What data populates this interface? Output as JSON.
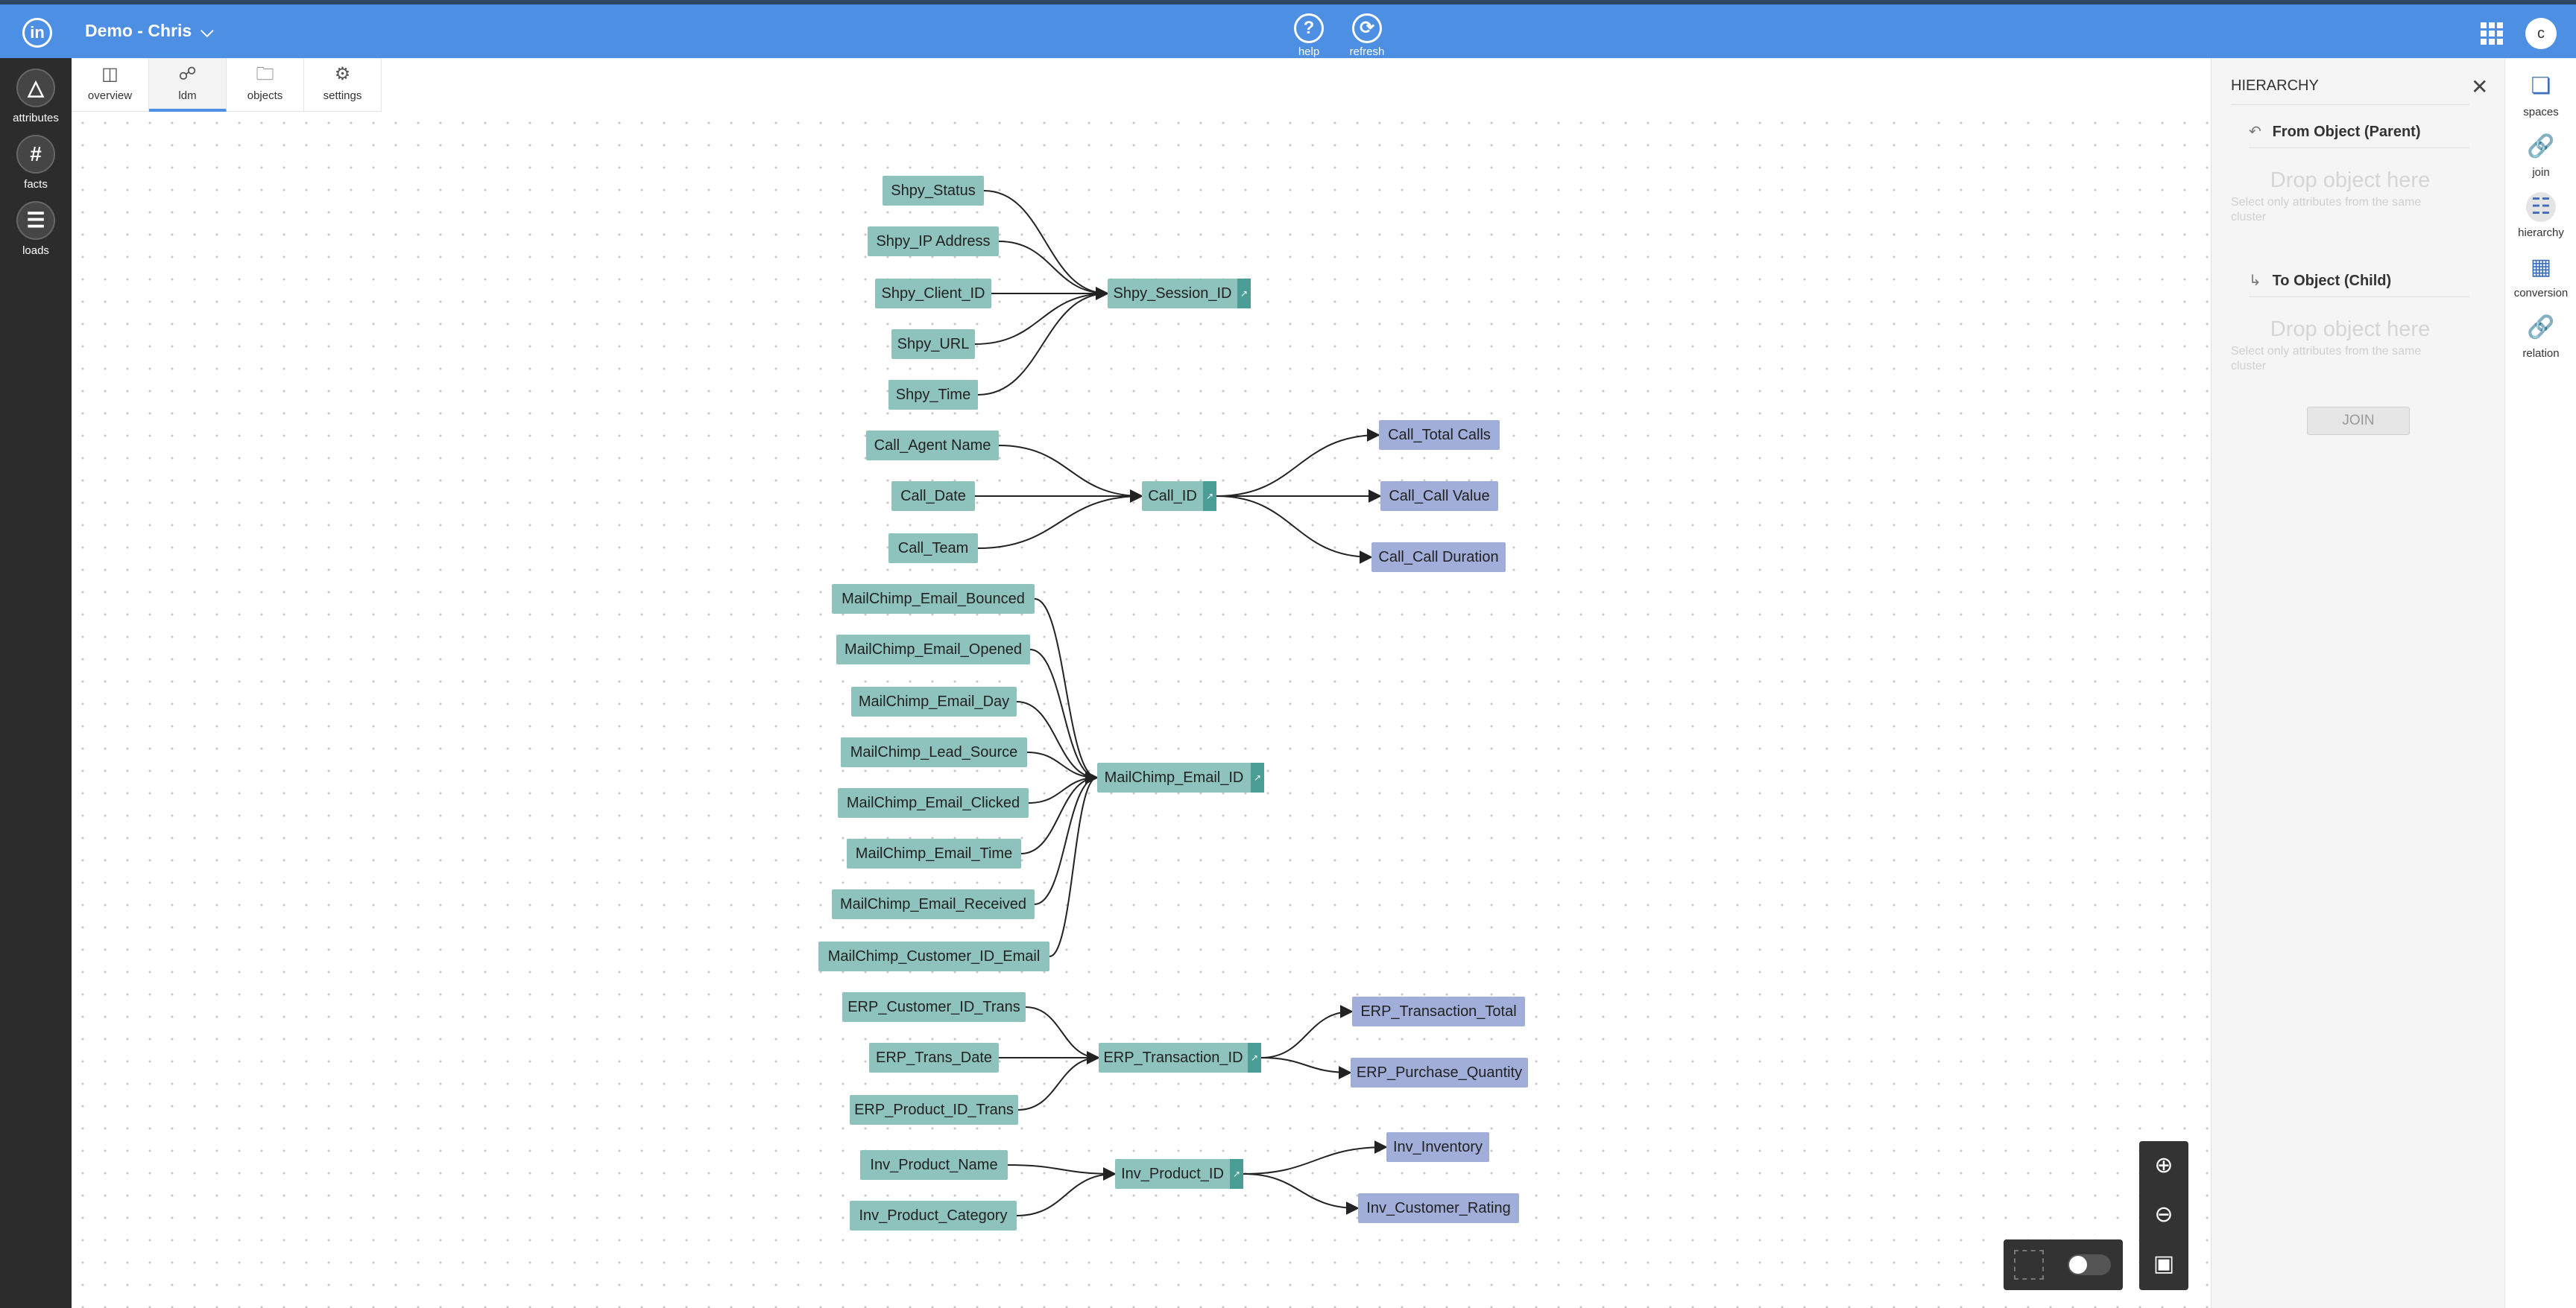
{
  "topbar": {
    "logo": "in",
    "workspace": "Demo - Chris",
    "help_label": "help",
    "refresh_label": "refresh",
    "user_initial": "c"
  },
  "leftbar": {
    "items": [
      {
        "label": "attributes",
        "icon": "attributes-icon"
      },
      {
        "label": "facts",
        "icon": "hash-icon",
        "glyph": "#"
      },
      {
        "label": "loads",
        "icon": "loads-icon"
      }
    ]
  },
  "tabs": [
    {
      "label": "overview",
      "icon": "overview-icon"
    },
    {
      "label": "ldm",
      "icon": "ldm-icon",
      "active": true
    },
    {
      "label": "objects",
      "icon": "folder-icon"
    },
    {
      "label": "settings",
      "icon": "gear-icon"
    }
  ],
  "graph": {
    "colors": {
      "attribute": "#8ec3bd",
      "fact": "#a0aed9",
      "primary_handle": "#4a9e95",
      "edge": "#222222"
    },
    "nodes": [
      {
        "id": "n1",
        "label": "Shpy_Status",
        "kind": "attr"
      },
      {
        "id": "n2",
        "label": "Shpy_IP Address",
        "kind": "attr"
      },
      {
        "id": "n3",
        "label": "Shpy_Client_ID",
        "kind": "attr"
      },
      {
        "id": "n4",
        "label": "Shpy_URL",
        "kind": "attr"
      },
      {
        "id": "n5",
        "label": "Shpy_Time",
        "kind": "attr"
      },
      {
        "id": "p1",
        "label": "Shpy_Session_ID",
        "kind": "primary"
      },
      {
        "id": "n6",
        "label": "Call_Agent Name",
        "kind": "attr"
      },
      {
        "id": "n7",
        "label": "Call_Date",
        "kind": "attr"
      },
      {
        "id": "n8",
        "label": "Call_Team",
        "kind": "attr"
      },
      {
        "id": "p2",
        "label": "Call_ID",
        "kind": "primary"
      },
      {
        "id": "f1",
        "label": "Call_Total Calls",
        "kind": "fact"
      },
      {
        "id": "f2",
        "label": "Call_Call Value",
        "kind": "fact"
      },
      {
        "id": "f3",
        "label": "Call_Call Duration",
        "kind": "fact"
      },
      {
        "id": "n9",
        "label": "MailChimp_Email_Bounced",
        "kind": "attr"
      },
      {
        "id": "n10",
        "label": "MailChimp_Email_Opened",
        "kind": "attr"
      },
      {
        "id": "n11",
        "label": "MailChimp_Email_Day",
        "kind": "attr"
      },
      {
        "id": "n12",
        "label": "MailChimp_Lead_Source",
        "kind": "attr"
      },
      {
        "id": "n13",
        "label": "MailChimp_Email_Clicked",
        "kind": "attr"
      },
      {
        "id": "n14",
        "label": "MailChimp_Email_Time",
        "kind": "attr"
      },
      {
        "id": "n15",
        "label": "MailChimp_Email_Received",
        "kind": "attr"
      },
      {
        "id": "n16",
        "label": "MailChimp_Customer_ID_Email",
        "kind": "attr"
      },
      {
        "id": "p3",
        "label": "MailChimp_Email_ID",
        "kind": "primary"
      },
      {
        "id": "n17",
        "label": "ERP_Customer_ID_Trans",
        "kind": "attr"
      },
      {
        "id": "n18",
        "label": "ERP_Trans_Date",
        "kind": "attr"
      },
      {
        "id": "n19",
        "label": "ERP_Product_ID_Trans",
        "kind": "attr"
      },
      {
        "id": "p4",
        "label": "ERP_Transaction_ID",
        "kind": "primary"
      },
      {
        "id": "f4",
        "label": "ERP_Transaction_Total",
        "kind": "fact"
      },
      {
        "id": "f5",
        "label": "ERP_Purchase_Quantity",
        "kind": "fact"
      },
      {
        "id": "n20",
        "label": "Inv_Product_Name",
        "kind": "attr"
      },
      {
        "id": "n21",
        "label": "Inv_Product_Category",
        "kind": "attr"
      },
      {
        "id": "p5",
        "label": "Inv_Product_ID",
        "kind": "primary"
      },
      {
        "id": "f6",
        "label": "Inv_Inventory",
        "kind": "fact"
      },
      {
        "id": "f7",
        "label": "Inv_Customer_Rating",
        "kind": "fact"
      }
    ],
    "edges": [
      [
        "n1",
        "p1"
      ],
      [
        "n2",
        "p1"
      ],
      [
        "n3",
        "p1"
      ],
      [
        "n4",
        "p1"
      ],
      [
        "n5",
        "p1"
      ],
      [
        "n6",
        "p2"
      ],
      [
        "n7",
        "p2"
      ],
      [
        "n8",
        "p2"
      ],
      [
        "p2",
        "f1"
      ],
      [
        "p2",
        "f2"
      ],
      [
        "p2",
        "f3"
      ],
      [
        "n9",
        "p3"
      ],
      [
        "n10",
        "p3"
      ],
      [
        "n11",
        "p3"
      ],
      [
        "n12",
        "p3"
      ],
      [
        "n13",
        "p3"
      ],
      [
        "n14",
        "p3"
      ],
      [
        "n15",
        "p3"
      ],
      [
        "n16",
        "p3"
      ],
      [
        "n17",
        "p4"
      ],
      [
        "n18",
        "p4"
      ],
      [
        "n19",
        "p4"
      ],
      [
        "p4",
        "f4"
      ],
      [
        "p4",
        "f5"
      ],
      [
        "n20",
        "p5"
      ],
      [
        "n21",
        "p5"
      ],
      [
        "p5",
        "f6"
      ],
      [
        "p5",
        "f7"
      ]
    ]
  },
  "hierarchy_panel": {
    "title": "HIERARCHY",
    "from_title": "From Object (Parent)",
    "from_drop": "Drop object here",
    "from_hint": "Select only attributes from the same cluster",
    "to_title": "To Object (Child)",
    "to_drop": "Drop object here",
    "to_hint": "Select only attributes from the same cluster",
    "join_label": "JOIN"
  },
  "toolstrip": {
    "items": [
      {
        "label": "spaces",
        "icon": "spaces-icon"
      },
      {
        "label": "join",
        "icon": "join-icon"
      },
      {
        "label": "hierarchy",
        "icon": "hierarchy-icon",
        "active": true
      },
      {
        "label": "conversion",
        "icon": "conversion-icon"
      },
      {
        "label": "relation",
        "icon": "relation-icon"
      }
    ]
  }
}
